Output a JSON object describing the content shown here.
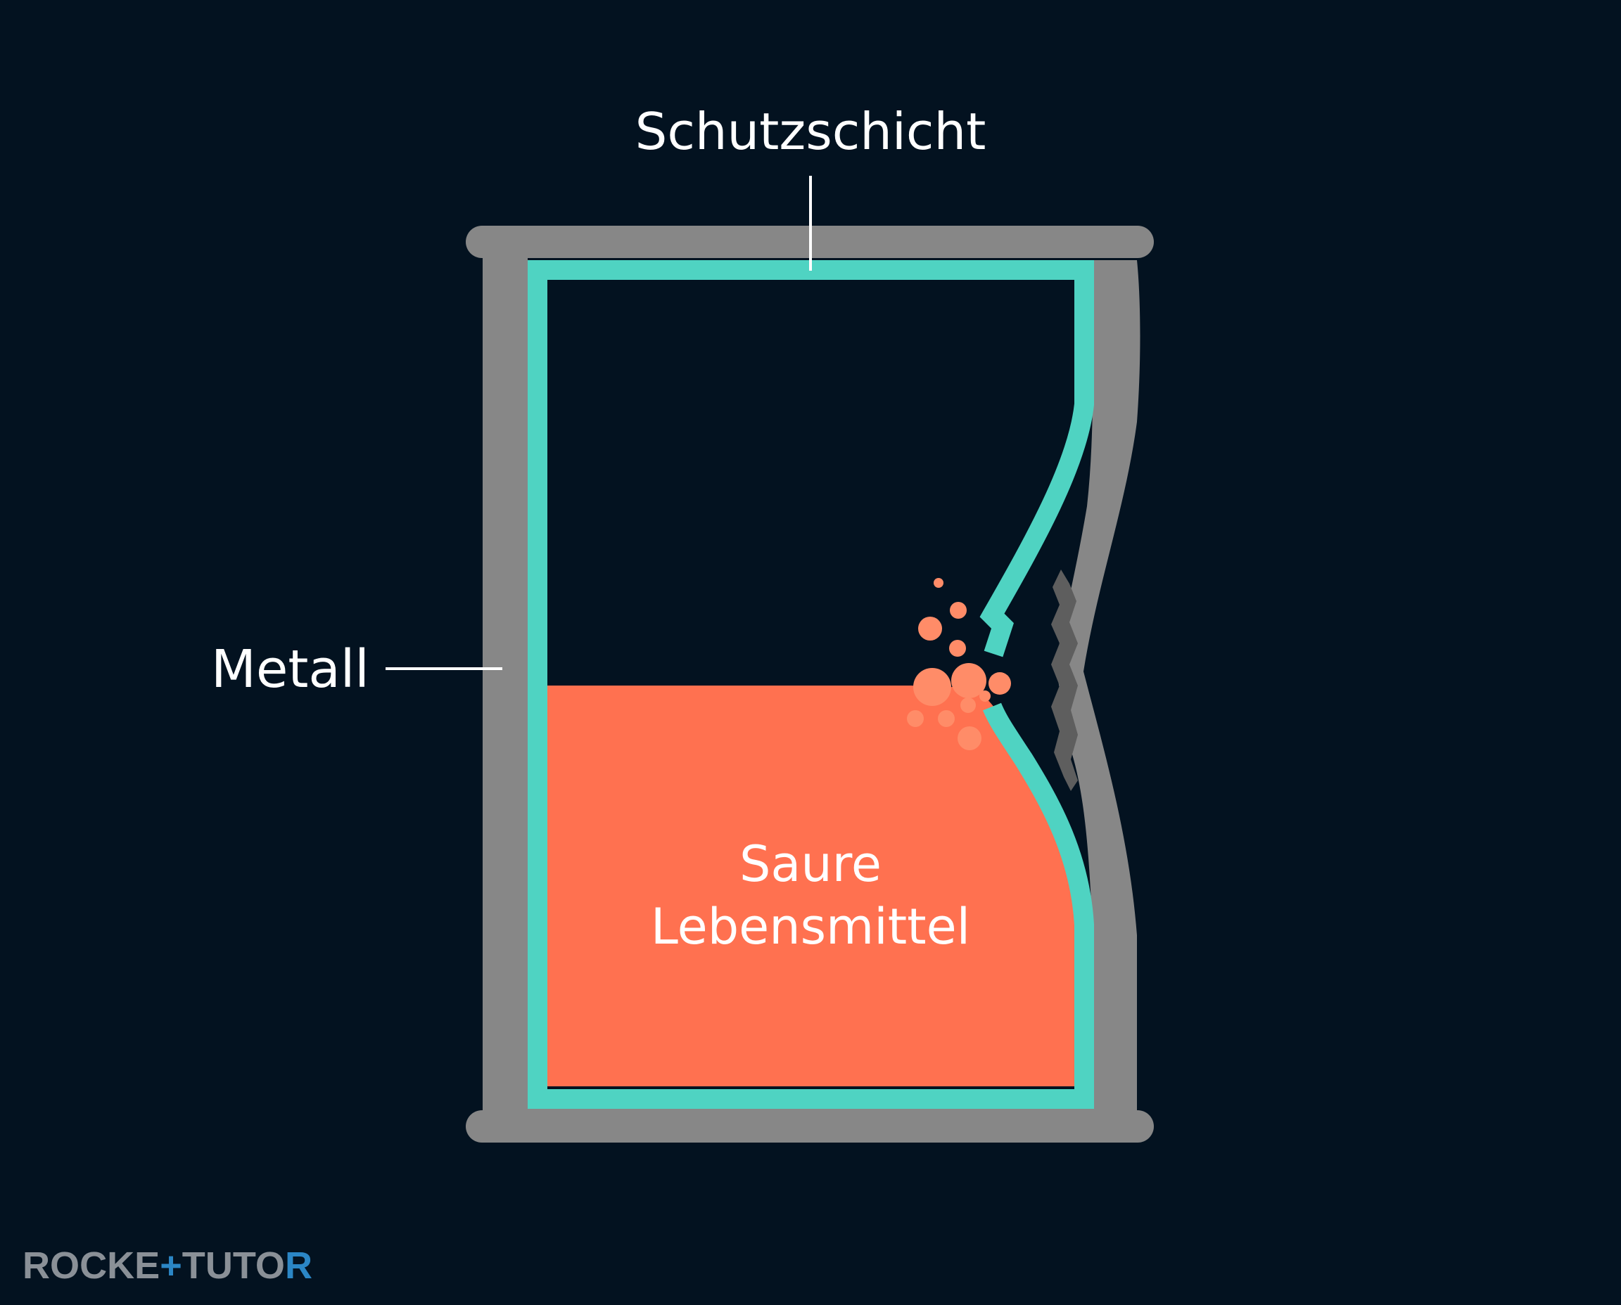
{
  "labels": {
    "coating": "Schutzschicht",
    "metal": "Metall",
    "food_line1": "Saure",
    "food_line2": "Lebensmittel"
  },
  "logo": {
    "part1": "ROCKE",
    "part2": "TUTO",
    "part3": "R"
  },
  "colors": {
    "background": "#031220",
    "metal": "#878787",
    "metal_shadow": "#5e5e5e",
    "coating": "#4fd3c2",
    "food": "#ff7150",
    "bubbles": "#ff8c68",
    "text": "#ffffff",
    "logo_gray": "#8a9097",
    "logo_blue": "#2b86c5"
  }
}
